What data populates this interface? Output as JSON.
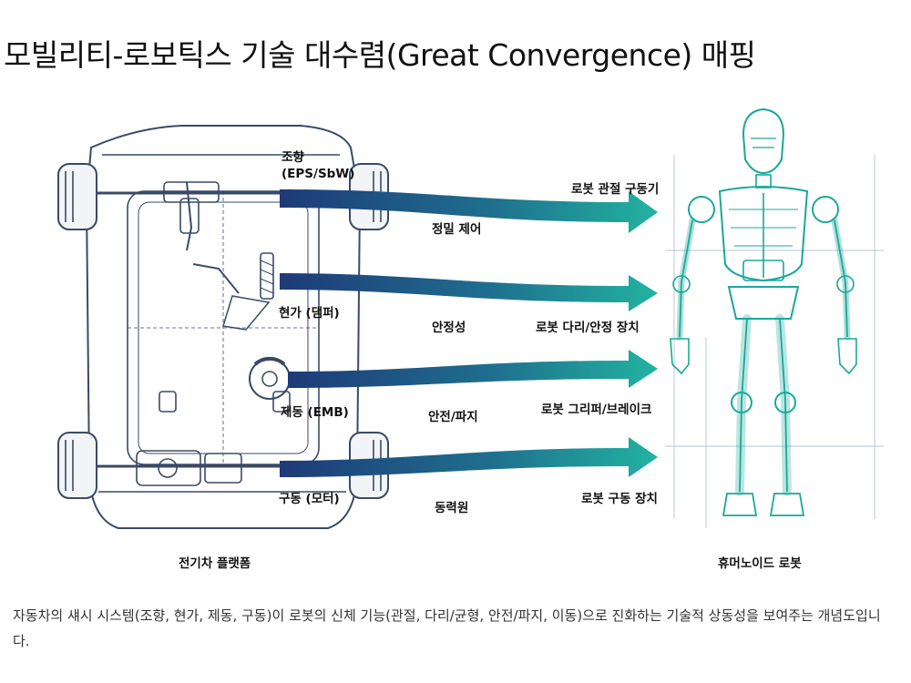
{
  "title": "모빌리티-로보틱스 기술 대수렴(Great Convergence) 매핑",
  "left_label": "전기차 플랫폼",
  "right_label": "휴머노이드 로봇",
  "rows": [
    {
      "source": "조향\n(EPS/SbW)",
      "function": "정밀 제어",
      "target": "로봇 관절 구동기"
    },
    {
      "source": "현가 (댐퍼)",
      "function": "안정성",
      "target": "로봇 다리/안정 장치"
    },
    {
      "source": "제동 (EMB)",
      "function": "안전/파지",
      "target": "로봇 그리퍼/브레이크"
    },
    {
      "source": "구동 (모터)",
      "function": "동력원",
      "target": "로봇 구동 장치"
    }
  ],
  "caption": "자동차의 섀시 시스템(조향, 현가, 제동, 구동)이 로봇의 신체 기능(관절, 다리/균형, 안전/파지, 이동)으로 진화하는 기술적 상동성을 보여주는 개념도입니다.",
  "colors": {
    "arrow_start": "#1e3a78",
    "arrow_end": "#22b3a0",
    "robot": "#1aa89a",
    "car": "#3a4a66"
  }
}
